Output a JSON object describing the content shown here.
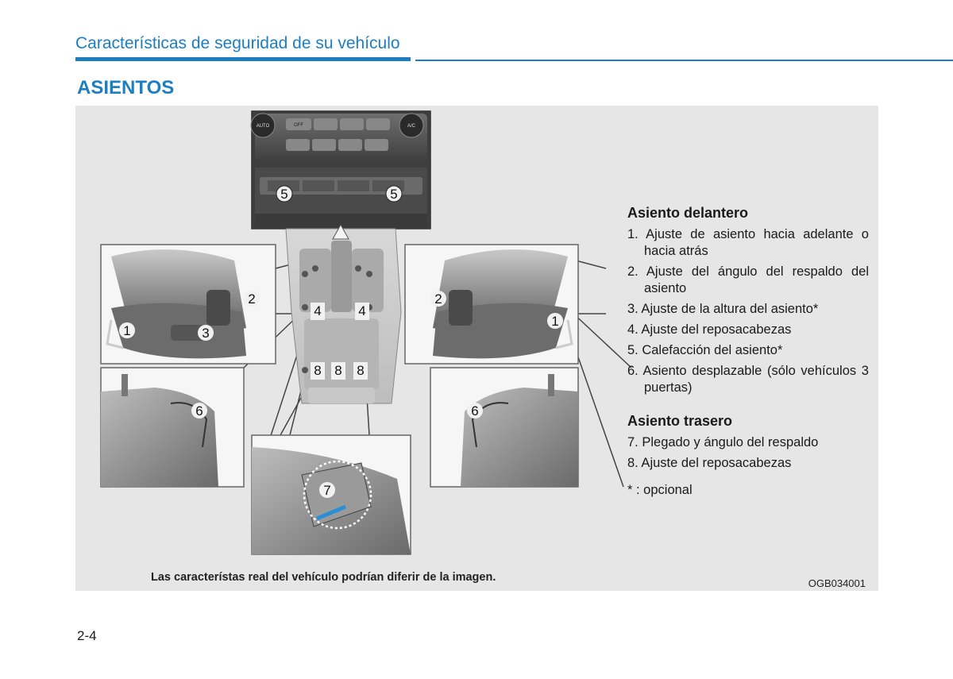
{
  "header": {
    "title": "Características de seguridad de su vehículo"
  },
  "section": {
    "title": "ASIENTOS"
  },
  "figure": {
    "caption": "Las característas real del vehículo podrían diferir de la imagen.",
    "code": "OGB034001",
    "callouts": {
      "c1": "1",
      "c2": "2",
      "c3": "3",
      "c4": "4",
      "c5": "5",
      "c6": "6",
      "c7": "7",
      "c8": "8"
    },
    "panel_labels": {
      "auto": "AUTO",
      "ac": "A/C",
      "off": "OFF"
    }
  },
  "legend": {
    "front_heading": "Asiento delantero",
    "front_items": [
      "1. Ajuste de asiento hacia adelante o hacia atrás",
      "2. Ajuste del ángulo del respaldo del asiento",
      "3. Ajuste de la altura del asiento*",
      "4. Ajuste del reposacabezas",
      "5. Calefacción del asiento*",
      "6. Asiento desplazable (sólo vehículos 3 puertas)"
    ],
    "rear_heading": "Asiento trasero",
    "rear_items": [
      "7. Plegado y ángulo del respaldo",
      "8. Ajuste del reposacabezas"
    ],
    "note": "* : opcional"
  },
  "page": {
    "number": "2-4"
  },
  "colors": {
    "accent": "#1d7ec2",
    "panel_bg": "#e6e6e6"
  }
}
